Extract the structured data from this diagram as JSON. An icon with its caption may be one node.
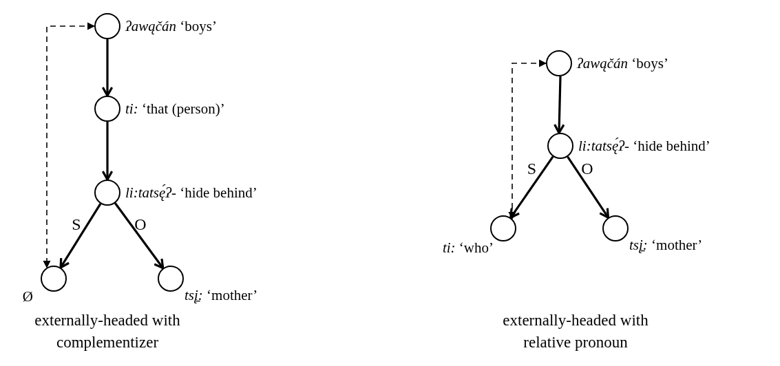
{
  "diagram": {
    "nodes": [
      {
        "text": [],
        "shape": "circle",
        "beside": [
          "*ʔawąčán* ‘boys’"
        ]
      },
      {
        "text": [],
        "shape": "circle",
        "beside": [
          "*ti:* ‘that (person)’"
        ]
      },
      {
        "text": [],
        "shape": "circle",
        "beside": [
          "*li:tatsę́ʔ-* ‘hide behind’"
        ]
      },
      {
        "text": [],
        "shape": "circle",
        "beside": [
          "Ø"
        ]
      },
      {
        "text": [],
        "shape": "circle",
        "beside": [
          "*tsį̱:* ‘mother’"
        ]
      },
      {
        "text": [],
        "shape": "circle",
        "beside": [
          "*ʔawąčán* ‘boys’"
        ]
      },
      {
        "text": [],
        "shape": "circle",
        "beside": [
          "*li:tatsę́ʔ-* ‘hide behind’"
        ]
      },
      {
        "text": [],
        "shape": "circle",
        "beside": [
          "*ti:* ‘who’"
        ]
      },
      {
        "text": [],
        "shape": "circle",
        "beside": [
          "*tsį̱:* ‘mother’"
        ]
      }
    ],
    "edges": [
      {
        "from": 0,
        "to": 1,
        "arrow": "to"
      },
      {
        "from": 1,
        "to": 2,
        "arrow": "to"
      },
      {
        "from": 2,
        "to": 3,
        "arrow": "to",
        "label": "S"
      },
      {
        "from": 2,
        "to": 4,
        "arrow": "to",
        "label": "O"
      },
      {
        "from": 0,
        "to": 3,
        "arrow": "both",
        "style": "dashed"
      },
      {
        "from": 5,
        "to": 6,
        "arrow": "to"
      },
      {
        "from": 6,
        "to": 7,
        "arrow": "to",
        "label": "S"
      },
      {
        "from": 6,
        "to": 8,
        "arrow": "to",
        "label": "O"
      },
      {
        "from": 5,
        "to": 7,
        "arrow": "both",
        "style": "dashed"
      }
    ],
    "labels": [
      "externally-headed with complementizer",
      "externally-headed with relative pronoun"
    ]
  }
}
